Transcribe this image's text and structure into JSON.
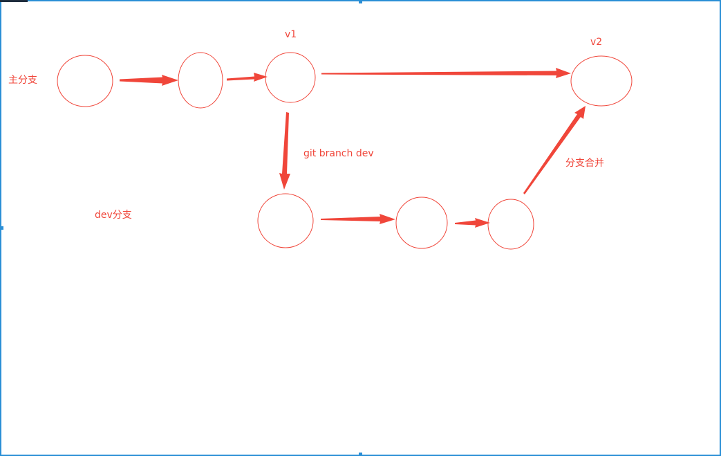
{
  "colors": {
    "diagram": "#f0463a",
    "frame": "#2b8fd6",
    "background": "#ffffff"
  },
  "labels": {
    "main_branch": "主分支",
    "dev_branch": "dev分支",
    "v1": "v1",
    "v2": "v2",
    "create_branch": "git branch dev",
    "merge": "分支合并"
  }
}
